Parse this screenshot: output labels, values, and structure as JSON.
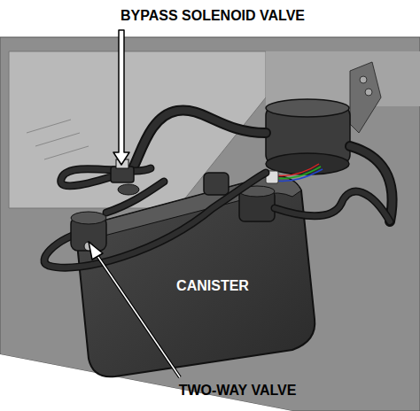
{
  "diagram": {
    "labels": [
      "BYPASS SOLENOID VALVE",
      "CANISTER",
      "TWO-WAY VALVE"
    ]
  }
}
